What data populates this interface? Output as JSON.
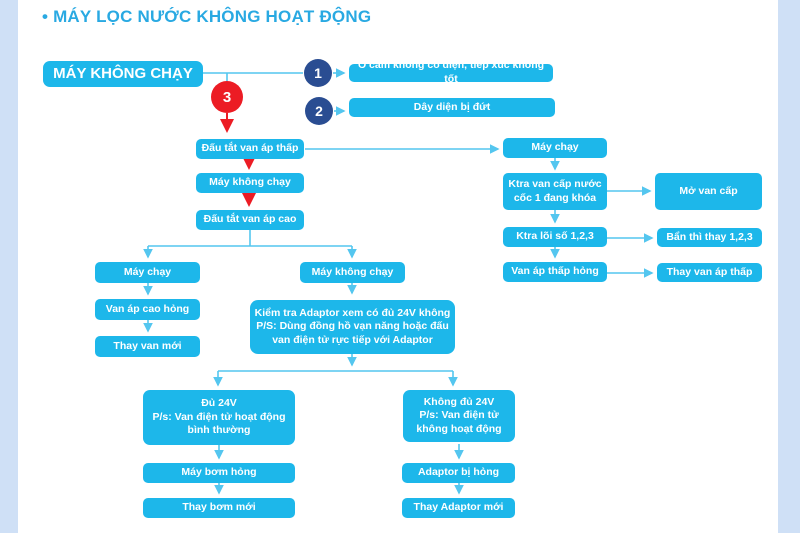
{
  "title": "• MÁY LỌC NƯỚC KHÔNG HOẠT ĐỘNG",
  "colors": {
    "box": "#1db7ea",
    "line": "#54c6ef",
    "red": "#ec1c24",
    "badge_blue": "#2a4d92",
    "title": "#29a9e2",
    "margin_strip": "#cfe0f6"
  },
  "badges": [
    {
      "id": "c1",
      "label": "1"
    },
    {
      "id": "c2",
      "label": "2"
    },
    {
      "id": "c3",
      "label": "3"
    }
  ],
  "nodes": {
    "start": "MÁY KHÔNG CHẠY",
    "b1": "Ổ cắm không có điện, tiếp xúc không tốt",
    "b2": "Dây diện bị đứt",
    "t1": "Đấu tắt van áp thấp",
    "t2": "Máy không chạy",
    "t3": "Đấu tắt van áp cao",
    "r1": "Máy chạy",
    "r2": "Ktra van cấp nước\ncốc 1 đang khóa",
    "r3": "Mở van cấp",
    "r4": "Ktra lõi số 1,2,3",
    "r5": "Bẩn thì thay 1,2,3",
    "r6": "Van áp thấp hỏng",
    "r7": "Thay van áp thấp",
    "l1": "Máy chạy",
    "l2": "Van áp cao hỏng",
    "l3": "Thay van mới",
    "m1": "Máy không chạy",
    "m2": "Kiểm tra Adaptor xem có đủ 24V không\nP/S: Dùng đồng hồ vạn năng hoặc đấu\nvan điện tử rực tiếp với Adaptor",
    "d1": "Đủ 24V\nP/s: Van điện tử hoạt động\nbình thường",
    "d2": "Không đủ 24V\nP/s: Van điện tử\nkhông hoạt động",
    "d3": "Máy bơm hỏng",
    "d4": "Thay bơm mới",
    "d5": "Adaptor bị hỏng",
    "d6": "Thay Adaptor mới"
  }
}
